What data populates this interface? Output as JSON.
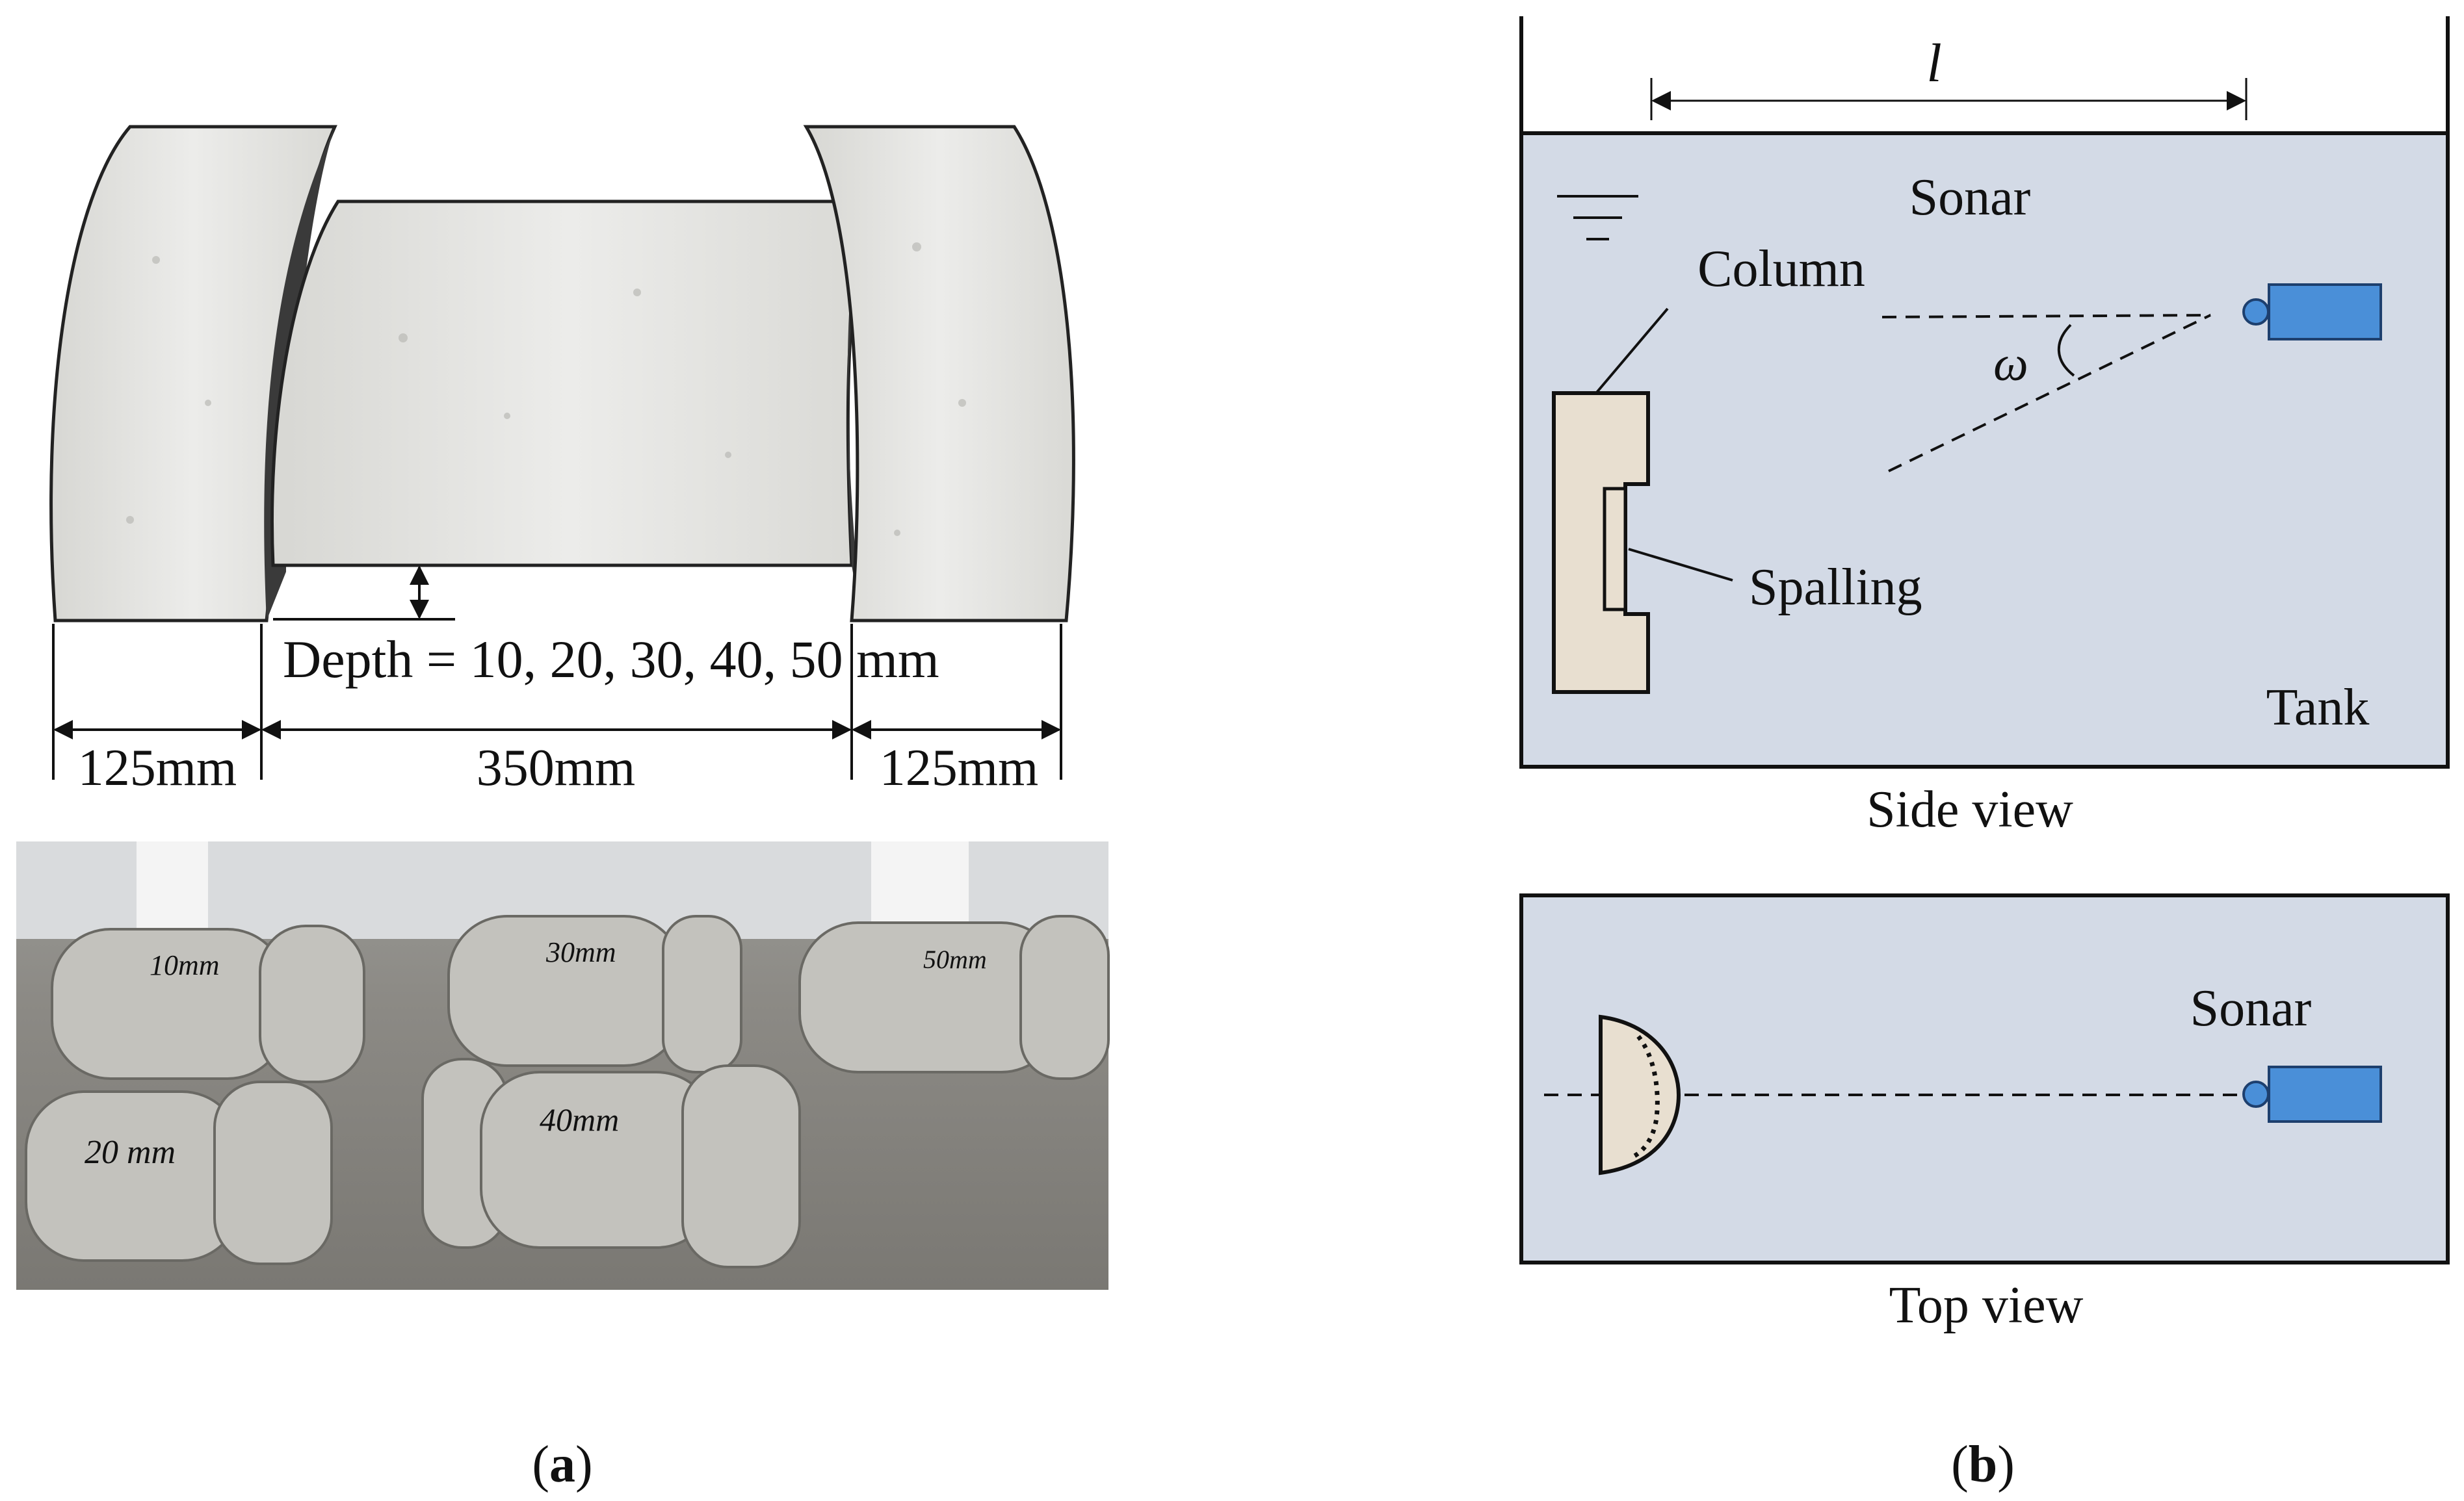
{
  "panel_a": {
    "depth_label": "Depth = 10, 20, 30, 40, 50 mm",
    "dims": [
      "125mm",
      "350mm",
      "125mm"
    ],
    "specimen_labels": [
      "10mm",
      "30mm",
      "50mm",
      "20 mm",
      "40mm"
    ],
    "caption": {
      "open": "(",
      "letter": "a",
      "close": ")"
    }
  },
  "panel_b": {
    "side_view": {
      "distance_symbol": "l",
      "sonar_label": "Sonar",
      "column_label": "Column",
      "angle_symbol": "ω",
      "spalling_label": "Spalling",
      "tank_label": "Tank",
      "caption": "Side view"
    },
    "top_view": {
      "sonar_label": "Sonar",
      "caption": "Top view"
    },
    "caption": {
      "open": "(",
      "letter": "b",
      "close": ")"
    }
  },
  "colors": {
    "tank_water": "#d3dae6",
    "sonar_blue": "#4a8fd8",
    "column_fill": "#e8dfd0",
    "concrete": "#e6e6e2",
    "ink": "#111111"
  }
}
